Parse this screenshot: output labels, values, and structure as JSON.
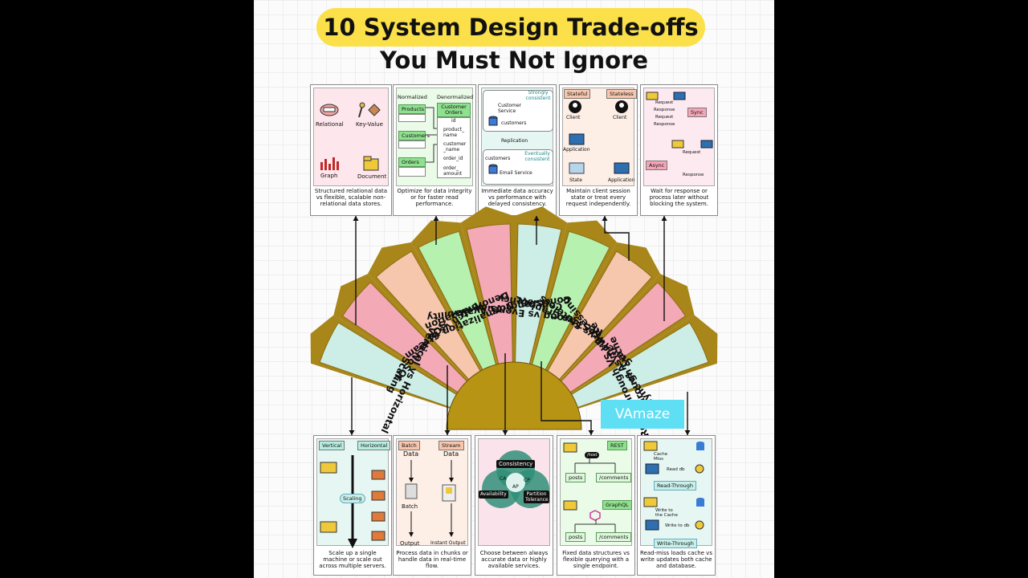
{
  "title": {
    "line1": "10 System Design Trade-offs",
    "line2": "You Must Not Ignore"
  },
  "watermark": "VAmaze",
  "fan_labels": [
    [
      "Vertical vs Horizontal",
      "Scaling"
    ],
    [
      "SQL vs NoSQL"
    ],
    [
      "Batch vs Stream"
    ],
    [
      "Normalization vs",
      "Denormalization"
    ],
    [
      "Consistency vs Availability"
    ],
    [
      "Strong vs Eventual",
      "Consistency"
    ],
    [
      "REST vs GraphQL"
    ],
    [
      "Stateful vs Stateless"
    ],
    [
      "Sync vs Async Processing"
    ],
    [
      "Read-Through VS Write",
      "-Through Cache"
    ]
  ],
  "colors": {
    "fan_rim": "#a8861a",
    "fan_hub": "#b89415",
    "segments": [
      "#cdeee6",
      "#f3a9b6",
      "#f6c6ad",
      "#b6f1b0",
      "#f3a9b6",
      "#cdeee6",
      "#b6f1b0",
      "#f6c6ad",
      "#f3a9b6",
      "#cdeee6"
    ],
    "title_highlight": "#fbe04a",
    "watermark_bg": "#5fdff3"
  },
  "top_cards": [
    {
      "caption": "Structured relational data vs flexible, scalable non-relational data stores.",
      "labels": {
        "relational": "Relational",
        "keyvalue": "Key-Value",
        "graph": "Graph",
        "document": "Document"
      }
    },
    {
      "caption": "Optimize for data integrity or for faster read performance.",
      "labels": {
        "normalized": "Normalized",
        "denormalized": "Denormalized",
        "products": "Products",
        "customers": "Customers",
        "orders": "Orders",
        "customer_orders": "Customer Orders",
        "fields": [
          "id",
          "product_ name",
          "customer _name",
          "order_id",
          "order_ amount"
        ]
      }
    },
    {
      "caption": "Immediate data accuracy vs performance with delayed consistency.",
      "labels": {
        "strong": "Strongly consistent",
        "customer_service": "Customer Service",
        "customers": "customers",
        "replication": "Replication",
        "customers2": "customers",
        "eventual": "Eventually consistent",
        "email": "Email Service"
      }
    },
    {
      "caption": "Maintain client session state or treat every request independently.",
      "labels": {
        "stateful": "Stateful",
        "stateless": "Stateless",
        "client": "Client",
        "client2": "Client",
        "application": "Application",
        "state": "State",
        "application2": "Application"
      }
    },
    {
      "caption": "Wait for response or process later without blocking the system.",
      "labels": {
        "request": "Request",
        "response": "Response",
        "request2": "Request",
        "response2": "Response",
        "sync": "Sync",
        "async": "Async",
        "request3": "Request",
        "response3": "Response"
      }
    }
  ],
  "bottom_cards": [
    {
      "caption": "Scale up a single machine or scale out across multiple servers.",
      "labels": {
        "vertical": "Vertical",
        "horizontal": "Horizontal",
        "scaling": "Scaling"
      }
    },
    {
      "caption": "Process data in chunks or handle data in real-time flow.",
      "labels": {
        "batch": "Batch",
        "stream": "Stream",
        "data": "Data",
        "data2": "Data",
        "batch_mid": "Batch",
        "output": "Output",
        "instant": "Instant Output"
      }
    },
    {
      "caption": "Choose between always accurate data or highly available services.",
      "labels": {
        "consistency": "Consistency",
        "ca": "CA",
        "cp": "CP",
        "ap": "AP",
        "availability": "Availability",
        "partition": "Partition Tolerance"
      }
    },
    {
      "caption": "Fixed data structures vs flexible querying with a single endpoint.",
      "labels": {
        "rest": "REST",
        "graphql": "GraphQL",
        "posts": "posts",
        "comments": "/comments",
        "posts2": "posts",
        "comments2": "/comments",
        "host": "/host"
      }
    },
    {
      "caption": "Read-miss loads cache vs write updates both cache and database.",
      "labels": {
        "cache_miss": "Cache Miss",
        "read_db": "Read db",
        "read_through": "Read-Through",
        "write_cache": "Write to the Cache",
        "write_db": "Write to db",
        "write_through": "Write-Through"
      }
    }
  ]
}
